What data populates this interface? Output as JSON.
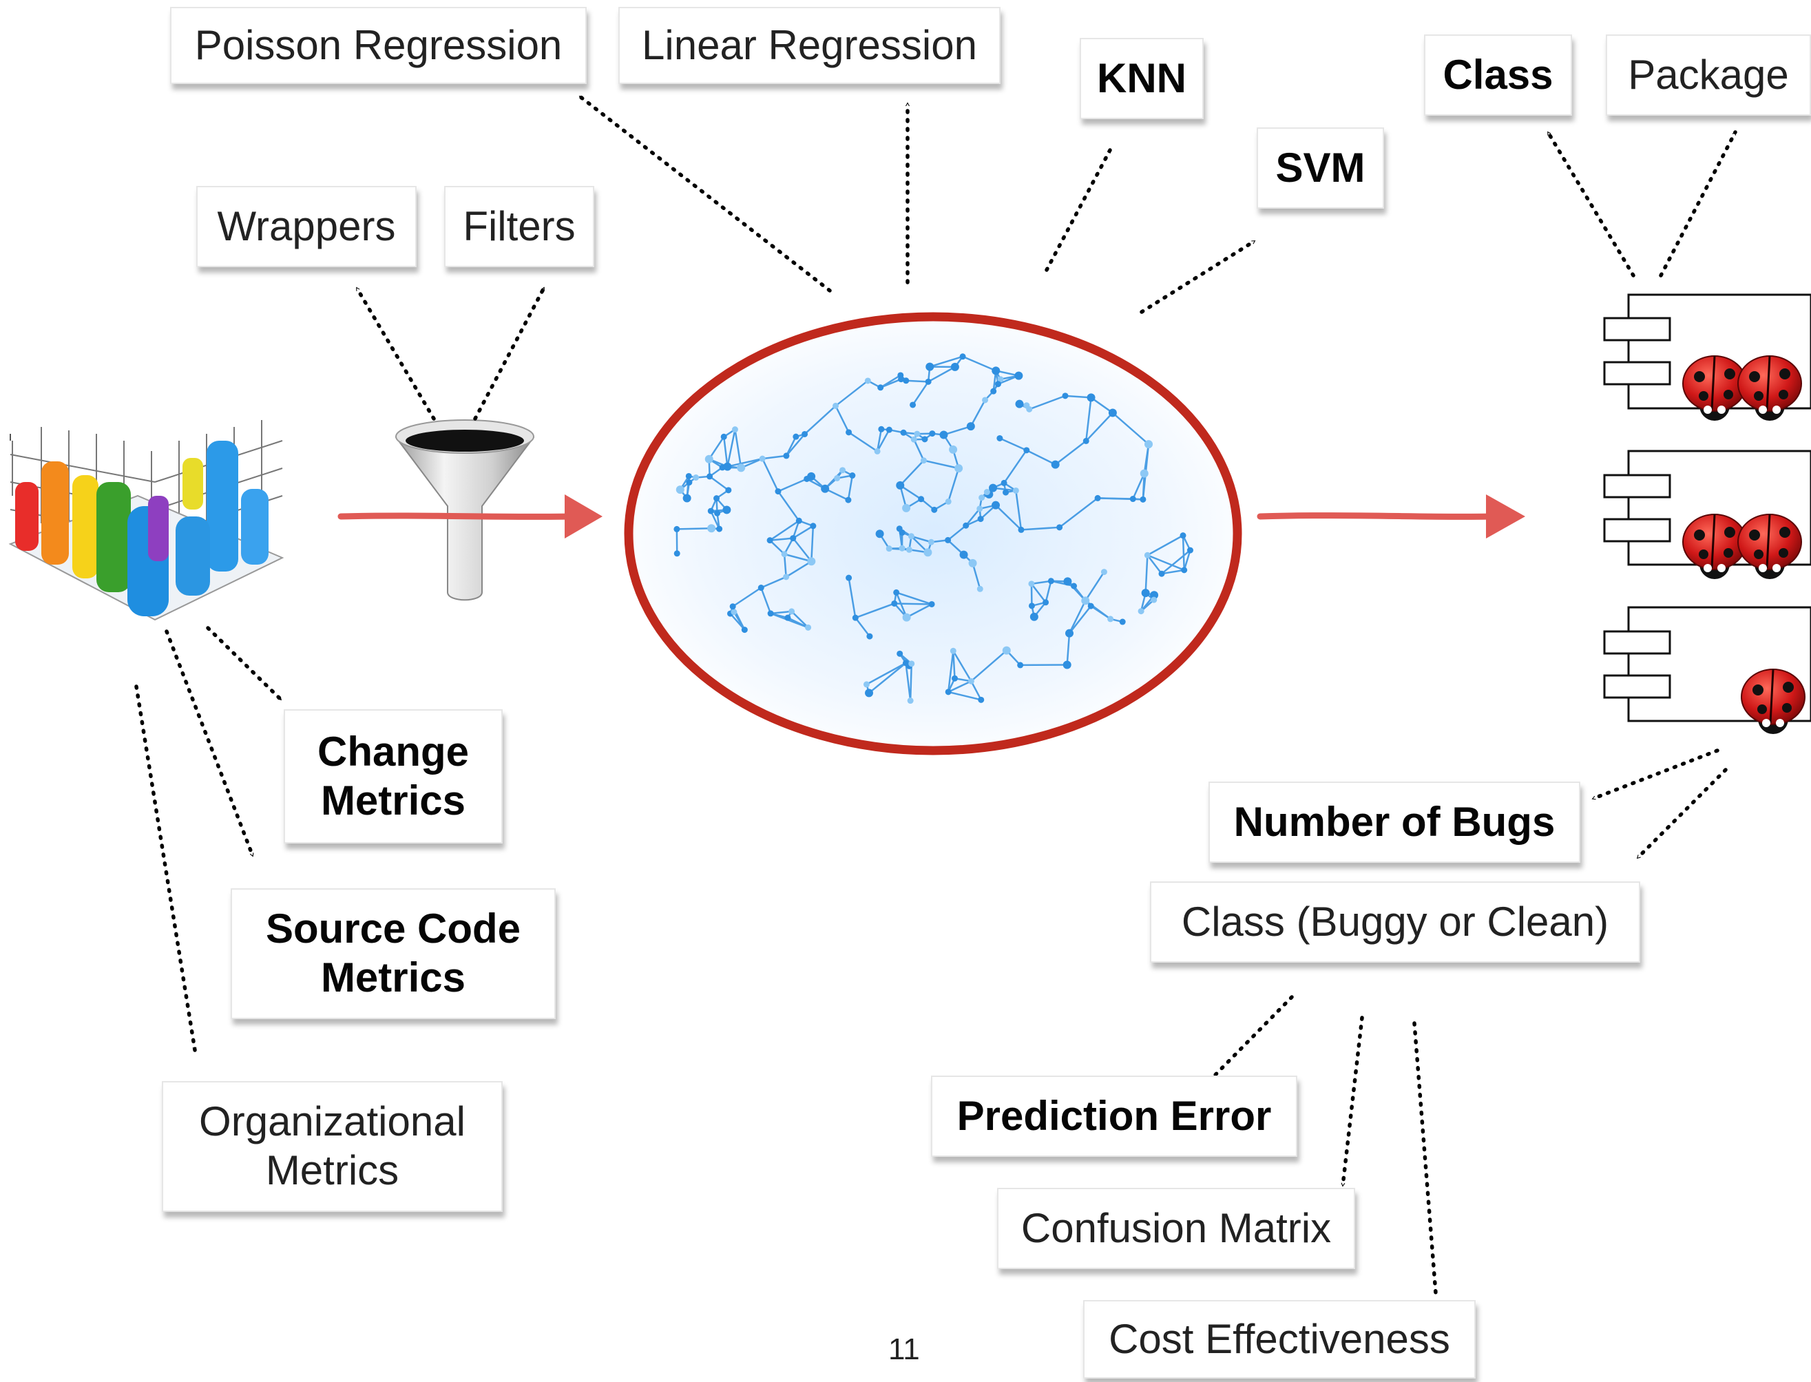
{
  "models": {
    "poisson": "Poisson Regression",
    "linear": "Linear Regression",
    "knn": "KNN",
    "svm": "SVM"
  },
  "feature_selection": {
    "wrappers": "Wrappers",
    "filters": "Filters"
  },
  "granularity": {
    "class": "Class",
    "package": "Package"
  },
  "metrics": {
    "change_line1": "Change",
    "change_line2": "Metrics",
    "source_line1": "Source Code",
    "source_line2": "Metrics",
    "org_line1": "Organizational",
    "org_line2": "Metrics"
  },
  "outputs": {
    "number_of_bugs": "Number of Bugs",
    "class_buggy_clean": "Class (Buggy or Clean)"
  },
  "evaluation": {
    "prediction_error": "Prediction Error",
    "confusion_matrix": "Confusion Matrix",
    "cost_effectiveness": "Cost Effectiveness"
  },
  "page_number": "11",
  "colors": {
    "flow_arrow": "#e05a55",
    "brain_ellipse": "#c0291d",
    "brain_network": "#2f8fe0",
    "ladybug": "#d01818"
  }
}
